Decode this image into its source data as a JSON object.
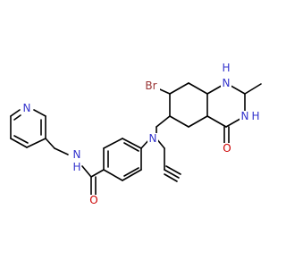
{
  "colors": {
    "background": "#ffffff",
    "bond": "#000000",
    "nitrogen": "#3333cc",
    "oxygen": "#cc0000",
    "bromine": "#993333"
  },
  "atoms": {
    "br": "Br",
    "n1_hn": "H",
    "n1_n": "N",
    "n3_n": "N",
    "n3_h": "H",
    "o_carbonyl": "O",
    "n_amine": "N",
    "o_amide": "O",
    "n_amide": "N",
    "n_amide_h": "H",
    "n_pyridine": "N"
  }
}
